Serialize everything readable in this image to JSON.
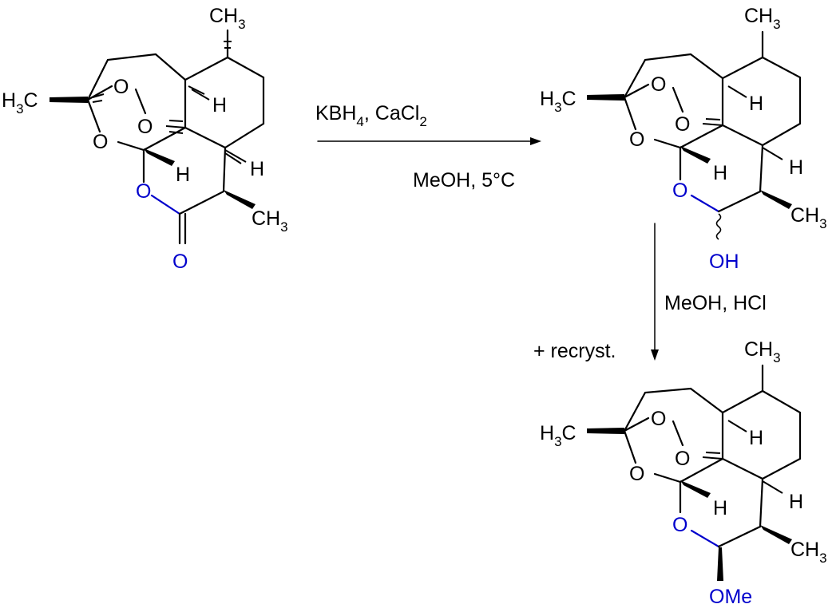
{
  "reactant": {
    "labels": {
      "ch3_top": "CH",
      "ch3_top_sub": "3",
      "h3c_left": "H",
      "h3c_left_sub": "3",
      "h3c_left_c": "C",
      "o_ring1": "O",
      "o_ring2": "O",
      "o_ring3": "O",
      "o_lactone": "O",
      "o_carbonyl": "O",
      "h_a": "H",
      "h_b": "H",
      "h_c": "H",
      "ch3_right": "CH",
      "ch3_right_sub": "3"
    }
  },
  "product1": {
    "labels": {
      "ch3_top": "CH",
      "ch3_top_sub": "3",
      "h3c_left": "H",
      "h3c_left_sub": "3",
      "h3c_left_c": "C",
      "o_ring1": "O",
      "o_ring2": "O",
      "o_ring3": "O",
      "o_ring4": "O",
      "h_a": "H",
      "h_b": "H",
      "h_c": "H",
      "ch3_right": "CH",
      "ch3_right_sub": "3",
      "oh": "OH"
    }
  },
  "product2": {
    "labels": {
      "ch3_top": "CH",
      "ch3_top_sub": "3",
      "h3c_left": "H",
      "h3c_left_sub": "3",
      "h3c_left_c": "C",
      "o_ring1": "O",
      "o_ring2": "O",
      "o_ring3": "O",
      "o_ring4": "O",
      "h_a": "H",
      "h_b": "H",
      "h_c": "H",
      "ch3_right": "CH",
      "ch3_right_sub": "3",
      "ome": "OMe"
    }
  },
  "step1": {
    "reagent_main": "KBH",
    "reagent_sub": "4",
    "reagent_rest": ", CaCl",
    "reagent_sub2": "2",
    "conditions": "MeOH, 5°C"
  },
  "step2": {
    "reagents": "MeOH, HCl",
    "note": "+ recryst."
  },
  "colors": {
    "ink": "#000000",
    "heteroatom": "#0000cc"
  }
}
